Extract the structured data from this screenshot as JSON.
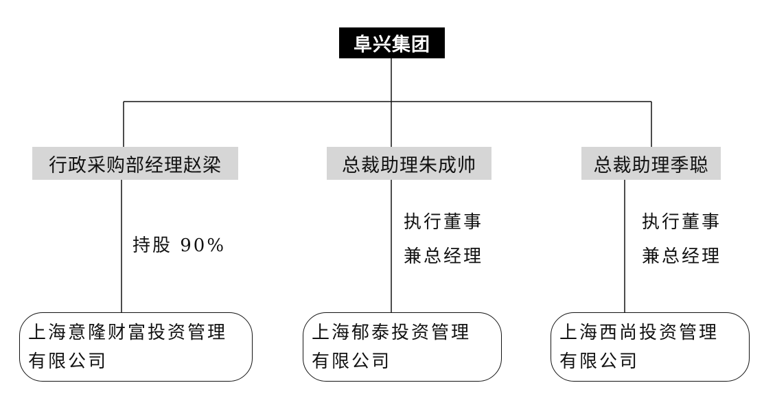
{
  "root": {
    "label": "阜兴集团"
  },
  "people": [
    {
      "label": "行政采购部经理赵梁",
      "relation_lines": [
        "持股 90%"
      ],
      "company_lines": [
        "上海意隆财富投资管理",
        "有限公司"
      ]
    },
    {
      "label": "总裁助理朱成帅",
      "relation_lines": [
        "执行董事",
        "兼总经理"
      ],
      "company_lines": [
        "上海郁泰投资管理",
        "有限公司"
      ]
    },
    {
      "label": "总裁助理季聪",
      "relation_lines": [
        "执行董事",
        "兼总经理"
      ],
      "company_lines": [
        "上海西尚投资管理",
        "有限公司"
      ]
    }
  ],
  "colors": {
    "root_bg": "#000000",
    "root_text": "#ffffff",
    "person_bg": "#d6d6d6",
    "line": "#111111"
  }
}
